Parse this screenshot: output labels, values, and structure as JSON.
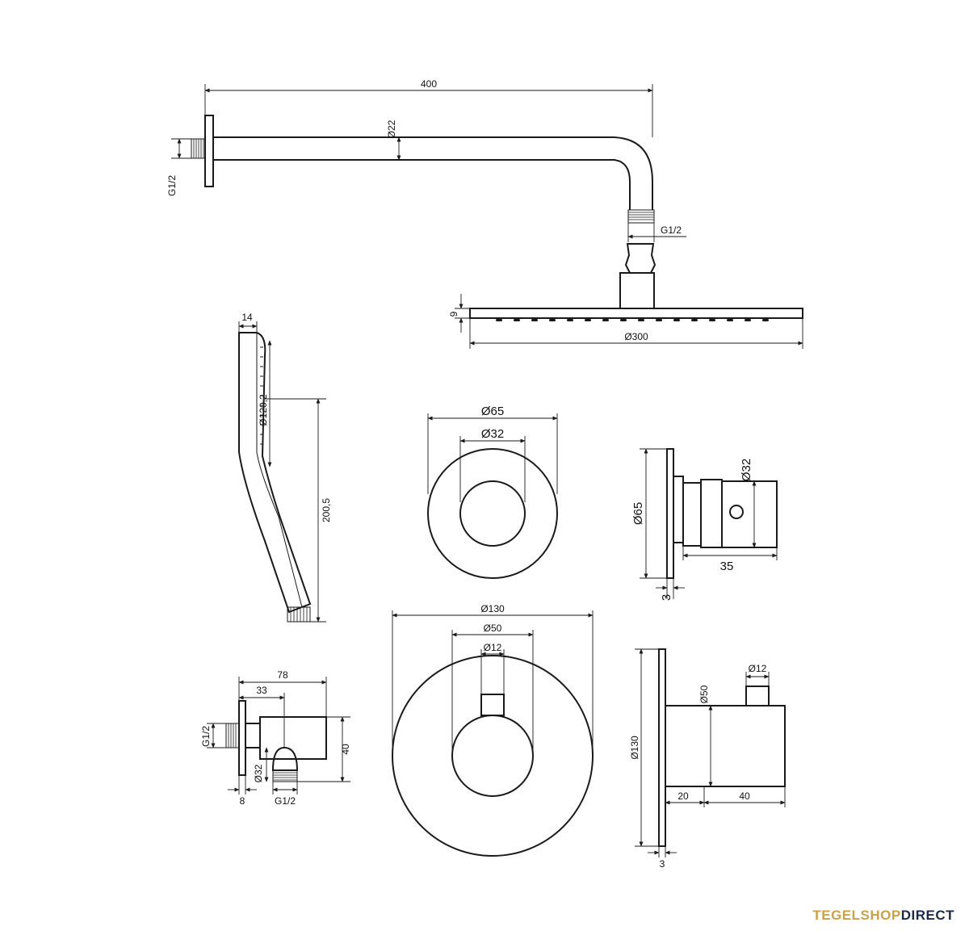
{
  "dims": {
    "arm_length": "400",
    "arm_diameter": "Ø22",
    "arm_wall_thread": "G1/2",
    "arm_head_thread": "G1/2",
    "head_thickness": "9",
    "head_diameter": "Ø300",
    "hand_width": "14",
    "hand_head_diameter": "Ø120,2",
    "hand_length": "200,5",
    "rosette_small_outer": "Ø65",
    "rosette_small_inner": "Ø32",
    "stop_height": "Ø65",
    "stop_knob_diameter": "Ø32",
    "stop_depth": "35",
    "stop_plate": "3",
    "rosette_large_outer": "Ø130",
    "rosette_large_middle": "Ø50",
    "rosette_large_inner": "Ø12",
    "thermo_height": "Ø130",
    "thermo_body_diameter": "Ø50",
    "thermo_spindle": "Ø12",
    "thermo_plate_gap": "20",
    "thermo_body_length": "40",
    "thermo_plate": "3",
    "elbow_total": "78",
    "elbow_offset": "33",
    "elbow_height": "40",
    "elbow_wall_thread": "G1/2",
    "elbow_outlet_diameter": "Ø32",
    "elbow_outlet_thread": "G1/2",
    "elbow_plate": "8"
  },
  "brand": {
    "part1": "TEGELSHOP",
    "part2": "DIRECT"
  },
  "colors": {
    "line": "#1a1a1a",
    "brand_gold": "#c9a24a",
    "brand_navy": "#1c2a4a"
  }
}
